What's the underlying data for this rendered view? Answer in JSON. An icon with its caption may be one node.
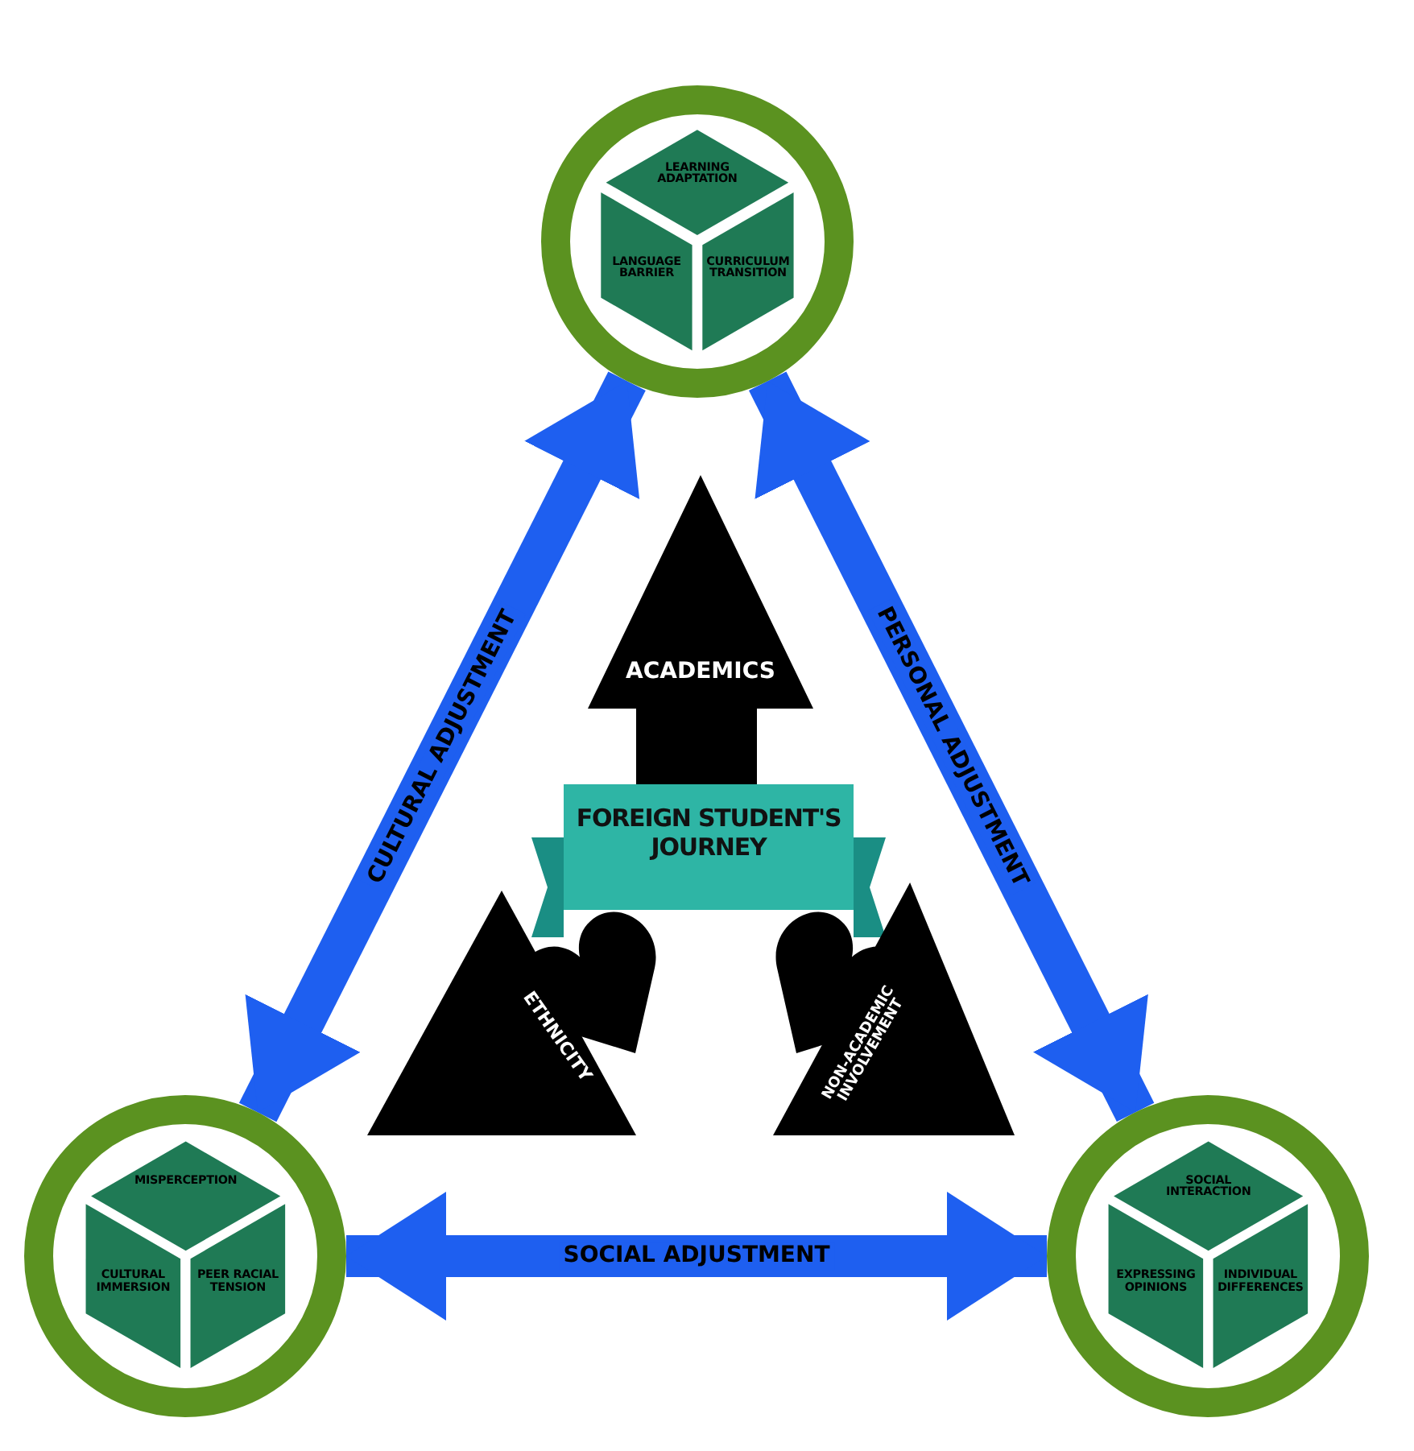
{
  "diagram": {
    "nodes": [
      {
        "text": [],
        "shape": "circle"
      },
      {
        "text": [
          "LEARNING ADAPTATION"
        ],
        "in": 0
      },
      {
        "text": [
          "LANGUAGE BARRIER"
        ],
        "in": 0
      },
      {
        "text": [
          "CURRICULUM TRANSITION"
        ],
        "in": 0
      },
      {
        "text": [],
        "shape": "circle"
      },
      {
        "text": [
          "MISPERCEPTION"
        ],
        "in": 4
      },
      {
        "text": [
          "CULTURAL IMMERSION"
        ],
        "in": 4
      },
      {
        "text": [
          "PEER RACIAL TENSION"
        ],
        "in": 4
      },
      {
        "text": [],
        "shape": "circle"
      },
      {
        "text": [
          "SOCIAL INTERACTION"
        ],
        "in": 8
      },
      {
        "text": [
          "EXPRESSING OPINIONS"
        ],
        "in": 8
      },
      {
        "text": [
          "INDIVIDUAL DIFFERENCES"
        ],
        "in": 8
      },
      {
        "text": [
          "ACADEMICS"
        ]
      },
      {
        "text": [
          "FOREIGN STUDENT'S JOURNEY"
        ]
      },
      {
        "text": [
          "ETHNICITY"
        ]
      },
      {
        "text": [
          "NON-ACADEMIC INVOLVEMENT"
        ]
      }
    ],
    "edges": [
      {
        "from": 0,
        "to": 4,
        "arrow": "both",
        "label": "CULTURAL ADJUSTMENT"
      },
      {
        "from": 0,
        "to": 8,
        "arrow": "both",
        "label": "PERSONAL ADJUSTMENT"
      },
      {
        "from": 4,
        "to": 8,
        "arrow": "both",
        "label": "SOCIAL ADJUSTMENT"
      }
    ]
  }
}
